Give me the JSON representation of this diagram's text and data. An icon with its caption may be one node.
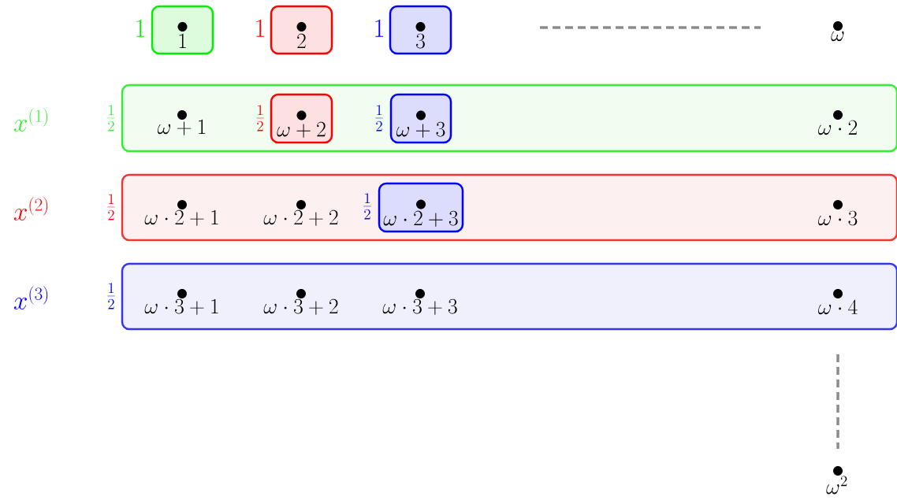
{
  "diagram": {
    "nodes": [
      {
        "text": [
          "1"
        ],
        "beside": [
          "1"
        ]
      },
      {
        "text": [
          "2"
        ],
        "beside": [
          "1"
        ]
      },
      {
        "text": [
          "3"
        ],
        "beside": [
          "1"
        ]
      },
      {
        "text": [
          "\\omega"
        ]
      },
      {
        "text": [],
        "shape": "box",
        "beside": [
          "\\frac{1}{2}"
        ]
      },
      {
        "text": [
          "\\omega+1"
        ],
        "in": 4
      },
      {
        "text": [
          "\\omega+2"
        ],
        "in": 4,
        "beside": [
          "\\frac{1}{2}"
        ]
      },
      {
        "text": [
          "\\omega+3"
        ],
        "in": 4,
        "beside": [
          "\\frac{1}{2}"
        ]
      },
      {
        "text": [
          "\\omega\\cdot 2"
        ],
        "in": 4
      },
      {
        "text": [],
        "shape": "box",
        "beside": [
          "\\frac{1}{2}"
        ]
      },
      {
        "text": [
          "\\omega\\cdot 2+1"
        ],
        "in": 9
      },
      {
        "text": [
          "\\omega\\cdot 2+2"
        ],
        "in": 9
      },
      {
        "text": [
          "\\omega\\cdot 2+3"
        ],
        "in": 9,
        "beside": [
          "\\frac{1}{2}"
        ]
      },
      {
        "text": [
          "\\omega\\cdot 3"
        ],
        "in": 9
      },
      {
        "text": [],
        "shape": "box",
        "beside": [
          "\\frac{1}{2}"
        ]
      },
      {
        "text": [
          "\\omega\\cdot 3+1"
        ],
        "in": 14
      },
      {
        "text": [
          "\\omega\\cdot 3+2"
        ],
        "in": 14
      },
      {
        "text": [
          "\\omega\\cdot 3+3"
        ],
        "in": 14
      },
      {
        "text": [
          "\\omega\\cdot 4"
        ],
        "in": 14
      },
      {
        "text": [
          "\\omega^2"
        ]
      }
    ],
    "labels": [
      "x^{(1)}",
      "x^{(2)}",
      "x^{(3)}"
    ]
  }
}
